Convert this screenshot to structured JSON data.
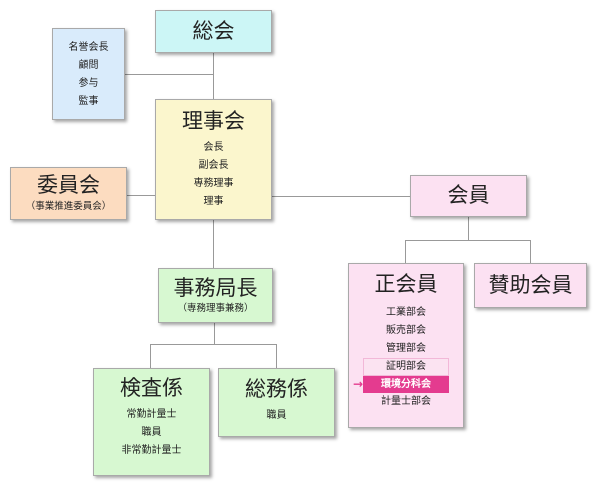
{
  "colors": {
    "general_assembly": "#ccf6f6",
    "advisors": "#d9ebfb",
    "board": "#fbf6cd",
    "committee": "#fcdcc0",
    "members": "#fce1f2",
    "secretariat": "#d7f8d1",
    "highlight": "#e43b8f",
    "connector": "#999999"
  },
  "nodes": {
    "general_assembly": {
      "title": "総会"
    },
    "advisors": {
      "items": [
        "名誉会長",
        "顧問",
        "参与",
        "監事"
      ]
    },
    "board": {
      "title": "理事会",
      "items": [
        "会長",
        "副会長",
        "専務理事",
        "理事"
      ]
    },
    "committee": {
      "title": "委員会",
      "subtitle": "（事業推進委員会）"
    },
    "members": {
      "title": "会員"
    },
    "secretariat_head": {
      "title": "事務局長",
      "subtitle": "（専務理事兼務）"
    },
    "regular_members": {
      "title": "正会員",
      "items": [
        "工業部会",
        "販売部会",
        "管理部会",
        "証明部会",
        "環境分科会",
        "計量士部会"
      ]
    },
    "supporting_members": {
      "title": "賛助会員"
    },
    "inspection": {
      "title": "検査係",
      "items": [
        "常勤計量士",
        "職員",
        "非常勤計量士"
      ]
    },
    "general_affairs": {
      "title": "総務係",
      "items": [
        "職員"
      ]
    }
  }
}
